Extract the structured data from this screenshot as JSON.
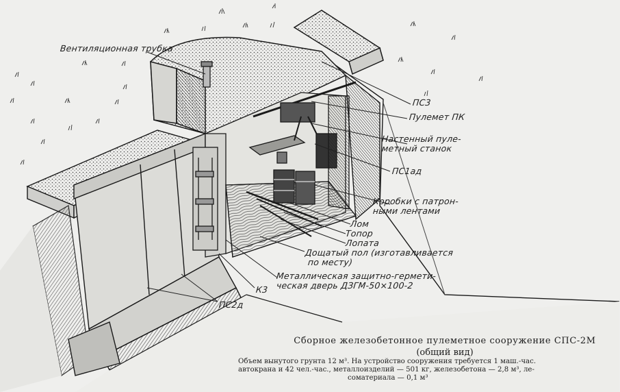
{
  "labels": {
    "ventilation": "Вентиляционная трубка",
    "ps3": "ПС3",
    "machine_gun": "Пулемет ПК",
    "mount_line1": "Настенный пуле-",
    "mount_line2": "метный станок",
    "ps1ad": "ПС1ад",
    "boxes_line1": "Коробки с патрон-",
    "boxes_line2": "ными лентами",
    "crowbar": "Лом",
    "axe": "Топор",
    "shovel": "Лопата",
    "floor_line1": "Дощатый пол (изготавливается",
    "floor_line2": "по месту)",
    "door_line1": "Металлическая защитно-гермети-",
    "door_line2": "ческая дверь ДЗГМ-50×100-2",
    "k3": "К3",
    "ps2d": "ПС2д"
  },
  "caption": {
    "title_line1": "Сборное железобетонное пулеметное сооружение СПС-2М",
    "title_line2": "(общий вид)",
    "note_line1": "Объем вынутого грунта 12 м³. На устройство сооружения требуется 1 маш.-час.",
    "note_line2": "автокрана и 42 чел.-час., металлоизделий — 501 кг, железобетона — 2,8 м³, ле-",
    "note_line3": "соматериала — 0,1 м³"
  }
}
